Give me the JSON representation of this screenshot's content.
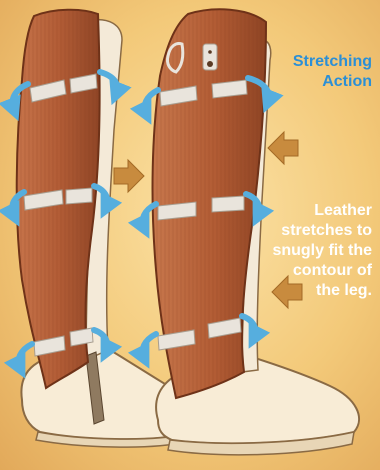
{
  "captions": {
    "stretching_action": [
      "Stretching",
      "Action"
    ],
    "leather_stretches": [
      "Leather",
      "stretches to",
      "snugly fit the",
      "contour of",
      "the leg."
    ]
  },
  "colors": {
    "background": "#f3c979",
    "leather": "#b8623a",
    "strap": "#e9e4dc",
    "arrow_blue": "#56aede",
    "arrow_tan": "#c88b3e",
    "caption_blue": "#2b8fd6",
    "caption_white": "#ffffff"
  }
}
